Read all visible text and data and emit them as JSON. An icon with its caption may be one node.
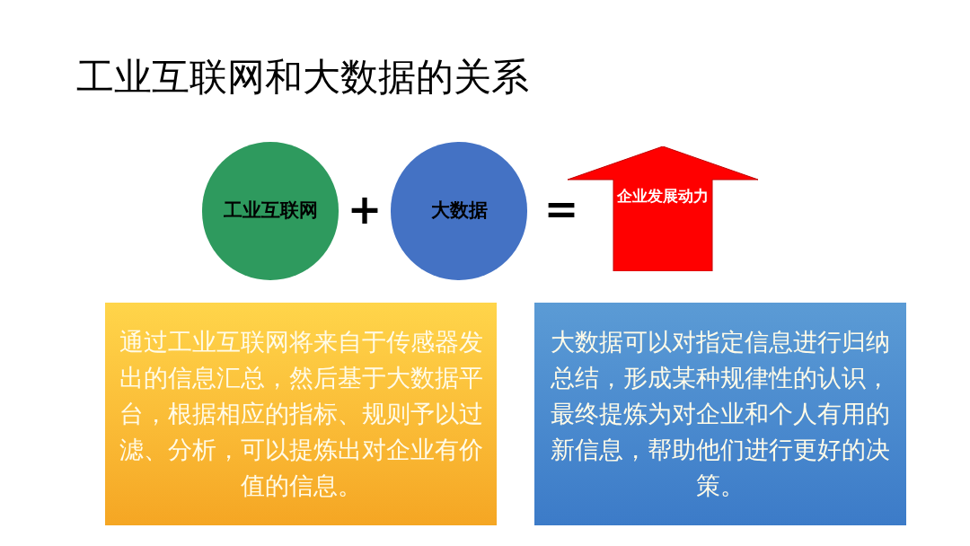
{
  "diagram": {
    "title": "工业互联网和大数据的关系",
    "nodes": [
      {
        "text": [
          "工业互联网"
        ]
      },
      {
        "text": [
          "大数据"
        ]
      },
      {
        "text": [
          "企业发展动力"
        ]
      },
      {
        "text": [
          "通过工业互联网将来自于传感器发出的信息汇总，然后基于大数据平台，根据相应的指标、规则予以过滤、分析，可以提炼出对企业有价值的信息。"
        ]
      },
      {
        "text": [
          "大数据可以对指定信息进行归纳总结，形成某种规律性的认识，最终提炼为对企业和个人有用的新信息，帮助他们进行更好的决策。"
        ]
      }
    ],
    "labels": [
      "+",
      "="
    ]
  }
}
